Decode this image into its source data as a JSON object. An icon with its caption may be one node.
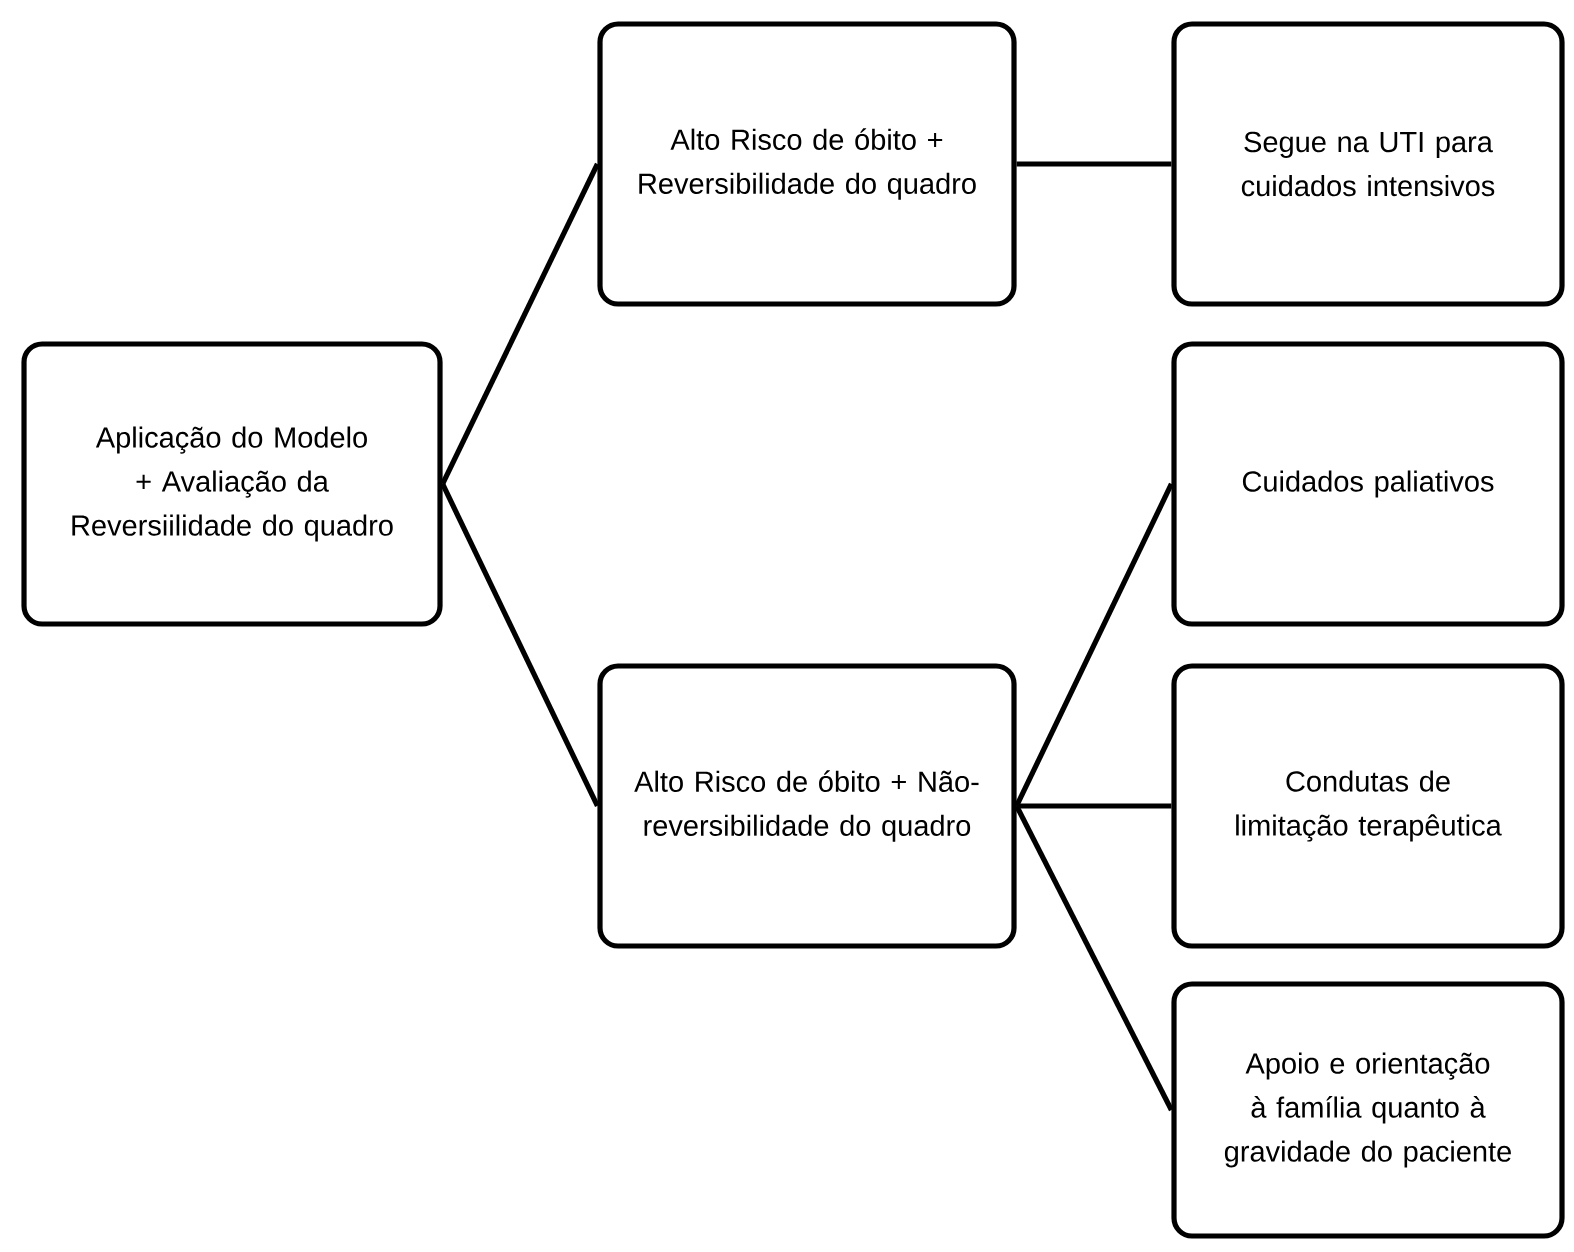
{
  "diagram": {
    "nodes": [
      {
        "text": [
          "Aplicação do Modelo + Avaliação da Reversiilidade do quadro"
        ]
      },
      {
        "text": [
          "Alto Risco de óbito + Reversibilidade do quadro"
        ]
      },
      {
        "text": [
          "Alto Risco de óbito + Não-reversibilidade do quadro"
        ]
      },
      {
        "text": [
          "Segue na UTI para cuidados intensivos"
        ]
      },
      {
        "text": [
          "Cuidados paliativos"
        ]
      },
      {
        "text": [
          "Condutas de limitação terapêutica"
        ]
      },
      {
        "text": [
          "Apoio e orientação à família quanto à gravidade do paciente"
        ]
      }
    ],
    "edges": [
      {
        "from": 0,
        "to": 1,
        "arrow": "none"
      },
      {
        "from": 0,
        "to": 2,
        "arrow": "none"
      },
      {
        "from": 1,
        "to": 3,
        "arrow": "none"
      },
      {
        "from": 2,
        "to": 4,
        "arrow": "none"
      },
      {
        "from": 2,
        "to": 5,
        "arrow": "none"
      },
      {
        "from": 2,
        "to": 6,
        "arrow": "none"
      }
    ]
  }
}
